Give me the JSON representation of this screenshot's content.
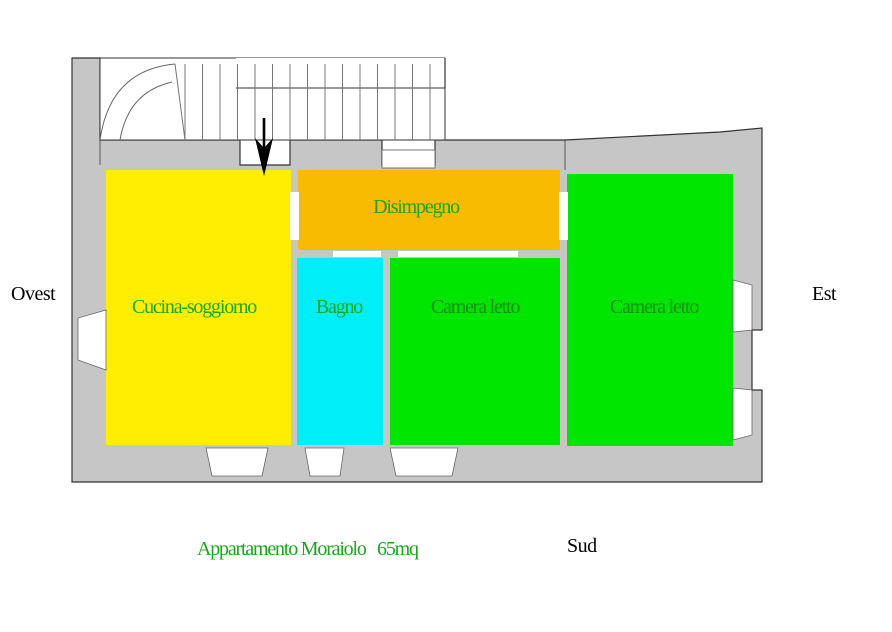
{
  "plan": {
    "caption": "Appartamento Moraiolo   65mq",
    "directions": {
      "west": "Ovest",
      "east": "Est",
      "south": "Sud"
    },
    "rooms": {
      "kitchen_living": "Cucina-soggiorno",
      "hallway": "Disimpegno",
      "bathroom": "Bagno",
      "bedroom_1": "Camera letto",
      "bedroom_2": "Camera letto"
    },
    "colors": {
      "wall": "#c6c6c6",
      "kitchen_living": "#ffee00",
      "hallway": "#f8bb00",
      "bathroom": "#00eef8",
      "bedrooms": "#00e600",
      "label_green": "#1aa51a",
      "entrance_arrow": "#000000"
    },
    "icons": {
      "entrance": "arrow-down-icon",
      "stairs": "staircase-icon"
    }
  }
}
